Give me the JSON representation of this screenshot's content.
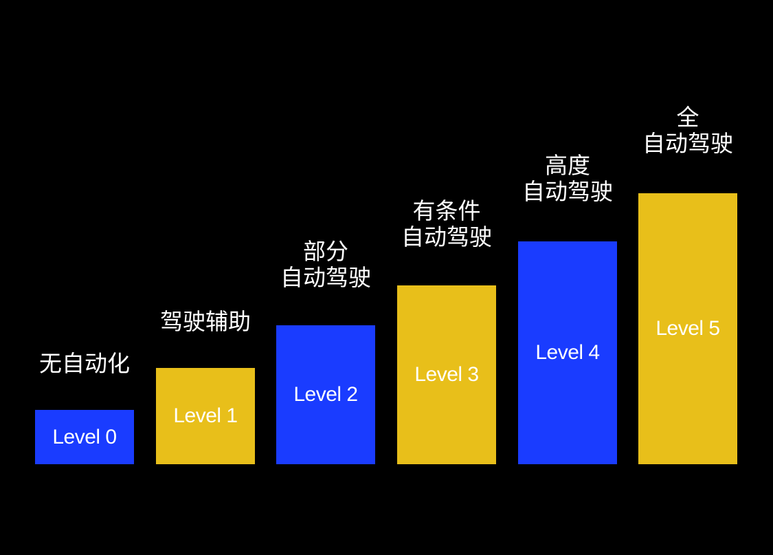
{
  "colors": {
    "background": "#000000",
    "blue": "#1a3cff",
    "yellow": "#e8bf1a",
    "text": "#ffffff"
  },
  "levels": [
    {
      "label": "Level 0",
      "caption": [
        "无自动化"
      ],
      "color": "blue"
    },
    {
      "label": "Level 1",
      "caption": [
        "驾驶辅助"
      ],
      "color": "yellow"
    },
    {
      "label": "Level 2",
      "caption": [
        "部分",
        "自动驾驶"
      ],
      "color": "blue"
    },
    {
      "label": "Level 3",
      "caption": [
        "有条件",
        "自动驾驶"
      ],
      "color": "yellow"
    },
    {
      "label": "Level 4",
      "caption": [
        "高度",
        "自动驾驶"
      ],
      "color": "blue"
    },
    {
      "label": "Level 5",
      "caption": [
        "全",
        "自动驾驶"
      ],
      "color": "yellow"
    }
  ]
}
